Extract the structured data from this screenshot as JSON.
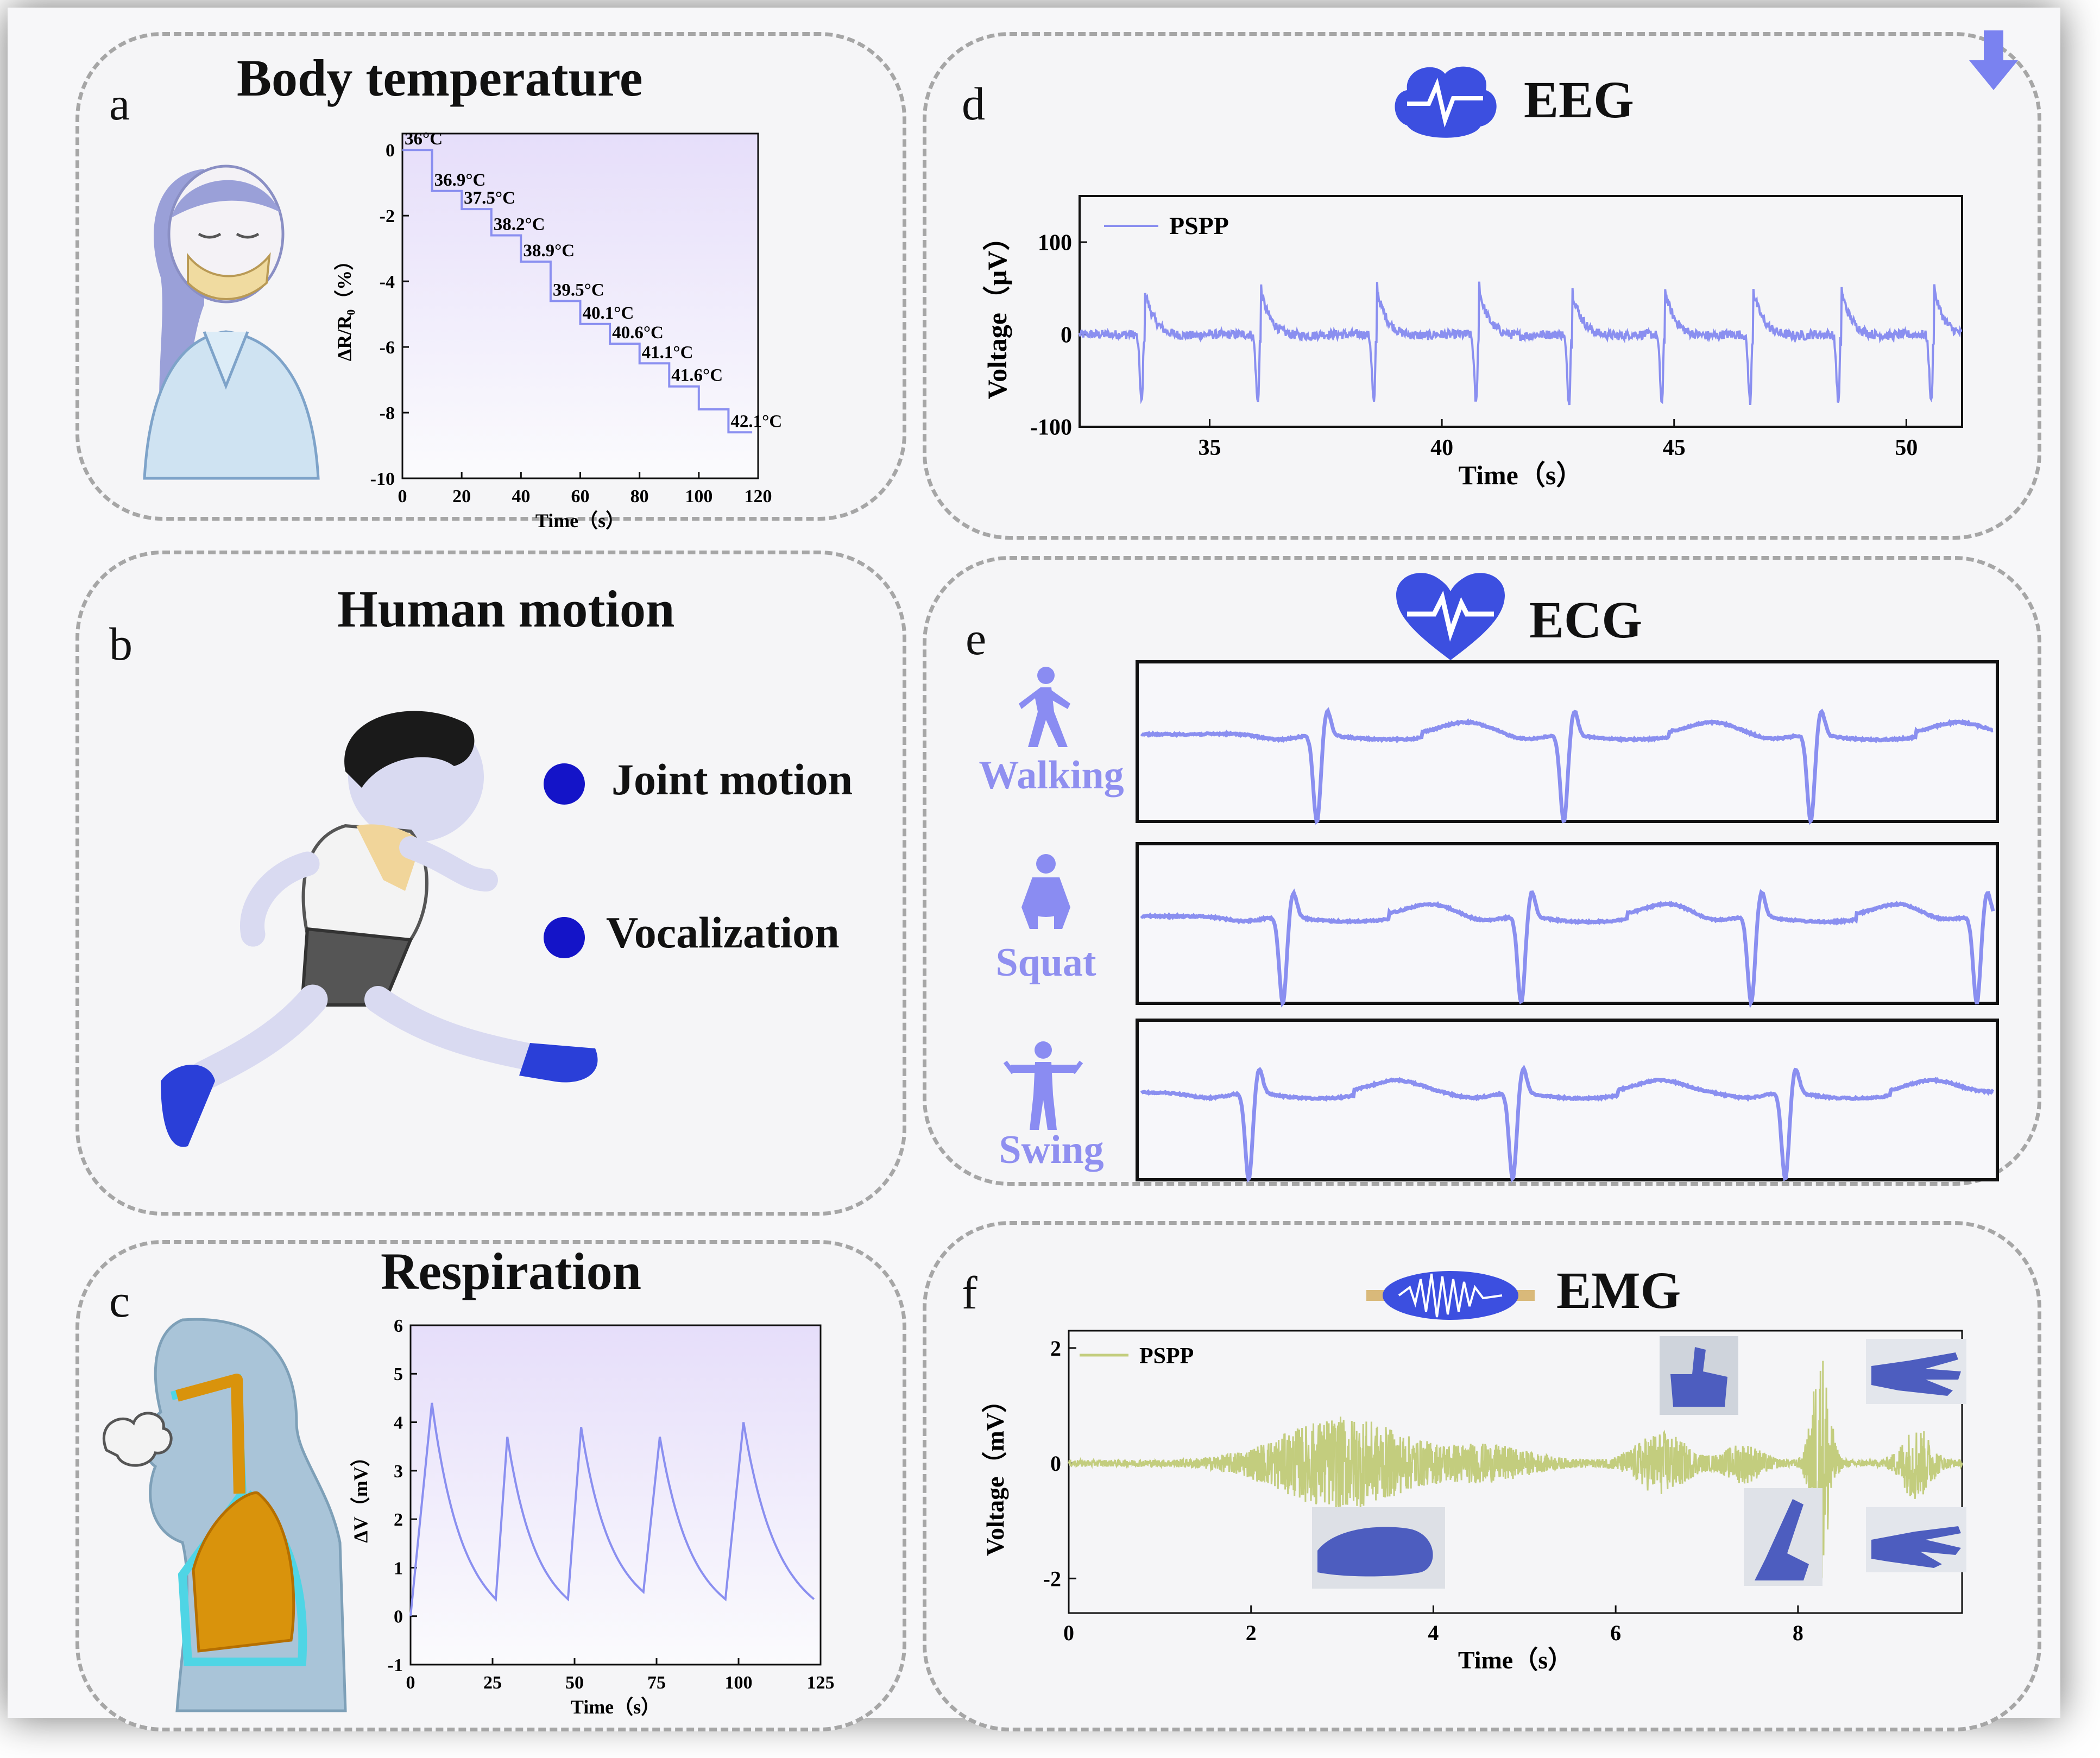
{
  "panels": {
    "a": {
      "label": "a",
      "title": "Body temperature"
    },
    "b": {
      "label": "b",
      "title": "Human motion",
      "items": [
        "Joint motion",
        "Vocalization"
      ]
    },
    "c": {
      "label": "c",
      "title": "Respiration"
    },
    "d": {
      "label": "d",
      "title": "EEG"
    },
    "e": {
      "label": "e",
      "title": "ECG",
      "rows": [
        {
          "label": "Walking"
        },
        {
          "label": "Squat"
        },
        {
          "label": "Swing"
        }
      ]
    },
    "f": {
      "label": "f",
      "title": "EMG"
    }
  },
  "colors": {
    "trace": "#8a8ff0",
    "emg": "#c3cd7e",
    "icon": "#3c4fe0",
    "bullet": "#1414c8"
  },
  "chart_data": [
    {
      "id": "a",
      "type": "line",
      "xlabel": "Time（s）",
      "ylabel": "ΔR/R₀（%）",
      "xlim": [
        0,
        120
      ],
      "ylim": [
        -10,
        0.5
      ],
      "xticks": [
        0,
        20,
        40,
        60,
        80,
        100,
        120
      ],
      "yticks": [
        0,
        -2,
        -4,
        -6,
        -8,
        -10
      ],
      "steps": [
        {
          "x0": 0,
          "x1": 10,
          "y": 0,
          "label": "36°C"
        },
        {
          "x0": 10,
          "x1": 20,
          "y": -1.25,
          "label": "36.9°C"
        },
        {
          "x0": 20,
          "x1": 30,
          "y": -1.8,
          "label": "37.5°C"
        },
        {
          "x0": 30,
          "x1": 40,
          "y": -2.6,
          "label": "38.2°C"
        },
        {
          "x0": 40,
          "x1": 50,
          "y": -3.4,
          "label": "38.9°C"
        },
        {
          "x0": 50,
          "x1": 60,
          "y": -4.6,
          "label": "39.5°C"
        },
        {
          "x0": 60,
          "x1": 70,
          "y": -5.3,
          "label": "40.1°C"
        },
        {
          "x0": 70,
          "x1": 80,
          "y": -5.9,
          "label": "40.6°C"
        },
        {
          "x0": 80,
          "x1": 90,
          "y": -6.5,
          "label": "41.1°C"
        },
        {
          "x0": 90,
          "x1": 100,
          "y": -7.2,
          "label": "41.6°C"
        },
        {
          "x0": 100,
          "x1": 110,
          "y": -7.9,
          "label": ""
        },
        {
          "x0": 110,
          "x1": 118,
          "y": -8.6,
          "label": "42.1°C"
        }
      ]
    },
    {
      "id": "c",
      "type": "line",
      "xlabel": "Time（s）",
      "ylabel": "ΔV（mV）",
      "xlim": [
        0,
        125
      ],
      "ylim": [
        -1,
        6
      ],
      "xticks": [
        0,
        25,
        50,
        75,
        100,
        125
      ],
      "yticks": [
        -1,
        0,
        1,
        2,
        3,
        4,
        5,
        6
      ],
      "cycles": [
        {
          "start": 0,
          "start_v": 0,
          "peak_t": 6.5,
          "peak_v": 4.4,
          "end_t": 26,
          "end_v": 0.35
        },
        {
          "start": 26,
          "start_v": 0.35,
          "peak_t": 29.5,
          "peak_v": 3.7,
          "end_t": 48,
          "end_v": 0.35
        },
        {
          "start": 48,
          "start_v": 0.35,
          "peak_t": 52,
          "peak_v": 3.9,
          "end_t": 71,
          "end_v": 0.5
        },
        {
          "start": 71,
          "start_v": 0.5,
          "peak_t": 76,
          "peak_v": 3.7,
          "end_t": 96,
          "end_v": 0.35
        },
        {
          "start": 96,
          "start_v": 0.35,
          "peak_t": 101.5,
          "peak_v": 4.0,
          "end_t": 123,
          "end_v": 0.35
        }
      ]
    },
    {
      "id": "d",
      "type": "line",
      "xlabel": "Time（s）",
      "ylabel": "Voltage（μV）",
      "legend": "PSPP",
      "legend_position": "top-left",
      "xlim": [
        32.2,
        51.2
      ],
      "ylim": [
        -100,
        150
      ],
      "xticks": [
        35,
        40,
        45,
        50
      ],
      "yticks": [
        100,
        0,
        -100
      ],
      "spike_times": [
        33.6,
        36.1,
        38.6,
        40.8,
        42.8,
        44.8,
        46.7,
        48.6,
        50.6
      ]
    },
    {
      "id": "e",
      "type": "line",
      "rows": [
        {
          "label": "Walking",
          "beats": [
            0.21,
            0.5,
            0.79
          ]
        },
        {
          "label": "Squat",
          "beats": [
            0.17,
            0.45,
            0.72,
            0.985
          ]
        },
        {
          "label": "Swing",
          "beats": [
            0.13,
            0.44,
            0.76
          ]
        }
      ]
    },
    {
      "id": "f",
      "type": "line",
      "xlabel": "Time（s）",
      "ylabel": "Voltage（mV）",
      "legend": "PSPP",
      "legend_position": "top-left",
      "xlim": [
        0,
        9.8
      ],
      "ylim": [
        -2.6,
        2.3
      ],
      "xticks": [
        0,
        2,
        4,
        6,
        8
      ],
      "yticks": [
        2,
        0,
        -2
      ],
      "bursts": [
        {
          "center": 3.0,
          "width": 0.9,
          "amp": 0.75
        },
        {
          "center": 4.6,
          "width": 0.6,
          "amp": 0.25
        },
        {
          "center": 6.5,
          "width": 0.35,
          "amp": 0.5
        },
        {
          "center": 7.4,
          "width": 0.25,
          "amp": 0.3
        },
        {
          "center": 8.25,
          "width": 0.12,
          "amp": 2.0
        },
        {
          "center": 9.3,
          "width": 0.2,
          "amp": 0.6
        }
      ]
    }
  ]
}
